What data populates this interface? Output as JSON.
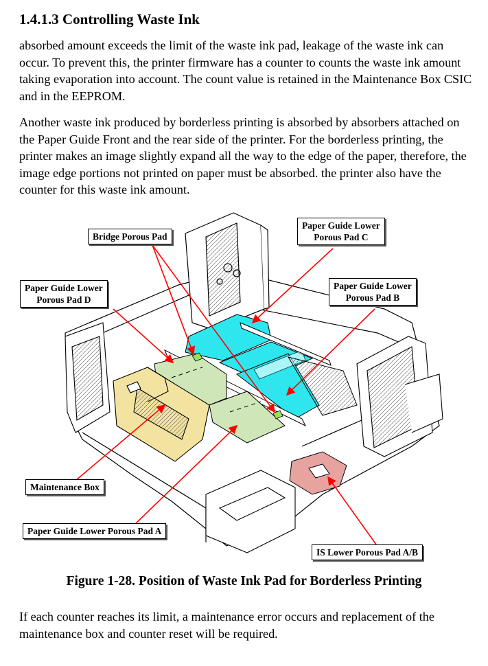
{
  "section": {
    "heading": "1.4.1.3  Controlling Waste Ink"
  },
  "paragraphs": {
    "p1": "absorbed amount exceeds the limit of the waste ink pad, leakage of the waste ink can occur. To prevent this, the printer firmware has a counter to counts the waste ink amount taking evaporation into account. The count value is retained in the Maintenance Box CSIC and in the EEPROM.",
    "p2": "Another waste ink produced by borderless printing is absorbed by absorbers attached on the Paper Guide Front and the rear side of the printer. For the borderless printing, the printer makes an image slightly expand all the way to the edge of the paper, therefore, the image edge portions not printed on paper must be absorbed. the printer also have the counter for this waste ink amount.",
    "p3": "If each counter reaches its limit, a maintenance error occurs and replacement of the maintenance box and counter reset will be required."
  },
  "figure": {
    "caption": "Figure 1-28.  Position of Waste Ink Pad for Borderless Printing",
    "callouts": {
      "bridge": "Bridge Porous Pad",
      "pad_c_line1": "Paper Guide Lower",
      "pad_c_line2": "Porous Pad C",
      "pad_d_line1": "Paper Guide Lower",
      "pad_d_line2": "Porous Pad D",
      "pad_b_line1": "Paper Guide Lower",
      "pad_b_line2": "Porous Pad B",
      "maintenance_box": "Maintenance Box",
      "pad_a": "Paper Guide Lower Porous Pad A",
      "is_lower": "IS Lower Porous Pad A/B"
    },
    "colors": {
      "cyan_pad": "#2ee6ee",
      "green_pad": "#cfe6b8",
      "maint_box": "#f3e3a0",
      "is_pad": "#e7a3a0",
      "bridge_pad": "#9be05a",
      "arrow": "#ff0000"
    }
  }
}
